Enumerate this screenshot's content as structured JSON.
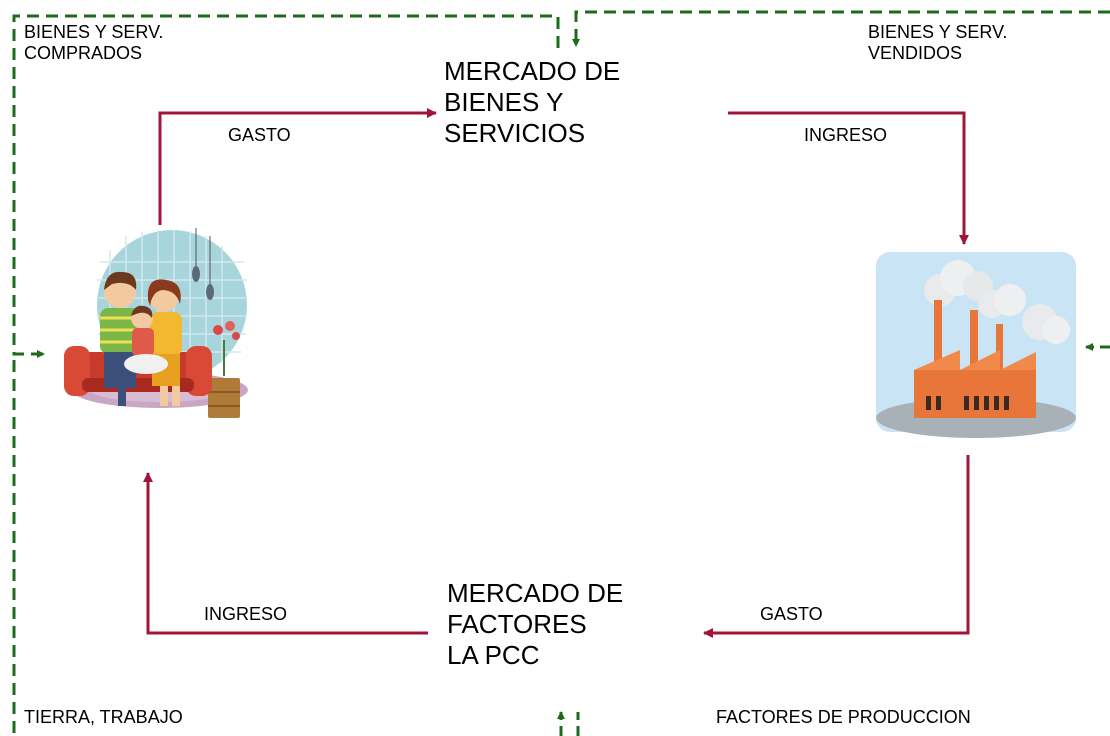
{
  "labels": {
    "goods_bought_1": "BIENES Y SERV.",
    "goods_bought_2": "COMPRADOS",
    "goods_sold_1": "BIENES Y SERV.",
    "goods_sold_2": "VENDIDOS",
    "spending_top": "GASTO",
    "income_top": "INGRESO",
    "income_bottom": "INGRESO",
    "spending_bottom": "GASTO",
    "land_labor": "TIERRA, TRABAJO",
    "factors_production": "FACTORES DE PRODUCCION"
  },
  "markets": {
    "goods": [
      "MERCADO DE",
      "BIENES Y",
      "SERVICIOS"
    ],
    "factors": [
      "MERCADO DE",
      "FACTORES",
      "LA PCC"
    ]
  },
  "colors": {
    "money_flow": "#a0163a",
    "real_flow": "#1e6b1e"
  }
}
